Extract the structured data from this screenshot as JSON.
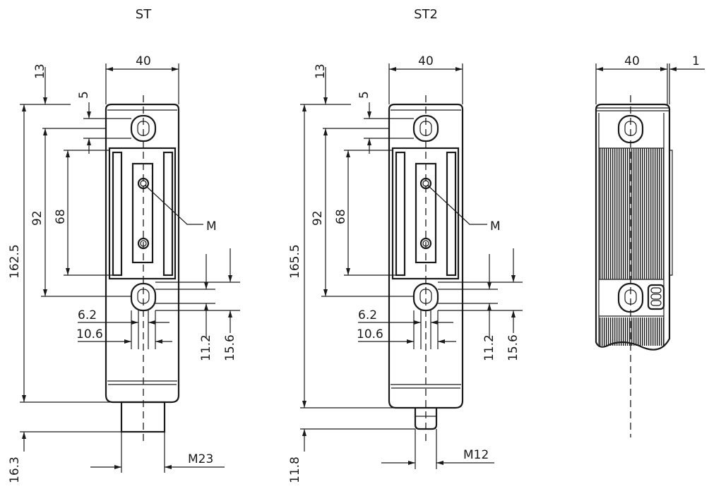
{
  "views": [
    {
      "title": "ST",
      "width": "40",
      "top_offset": "13",
      "hole_slot": "5",
      "total_height": "162.5",
      "hole_spacing": "92",
      "window_height": "68",
      "screw_label": "M",
      "dim_6_2": "6.2",
      "dim_10_6": "10.6",
      "dim_11_2": "11.2",
      "dim_15_6": "15.6",
      "connector_length": "16.3",
      "connector": "M23"
    },
    {
      "title": "ST2",
      "width": "40",
      "top_offset": "13",
      "hole_slot": "5",
      "total_height": "165.5",
      "hole_spacing": "92",
      "window_height": "68",
      "screw_label": "M",
      "dim_6_2": "6.2",
      "dim_10_6": "10.6",
      "dim_11_2": "11.2",
      "dim_15_6": "15.6",
      "connector_length": "11.8",
      "connector": "M12"
    },
    {
      "width": "40",
      "edge": "1"
    }
  ]
}
